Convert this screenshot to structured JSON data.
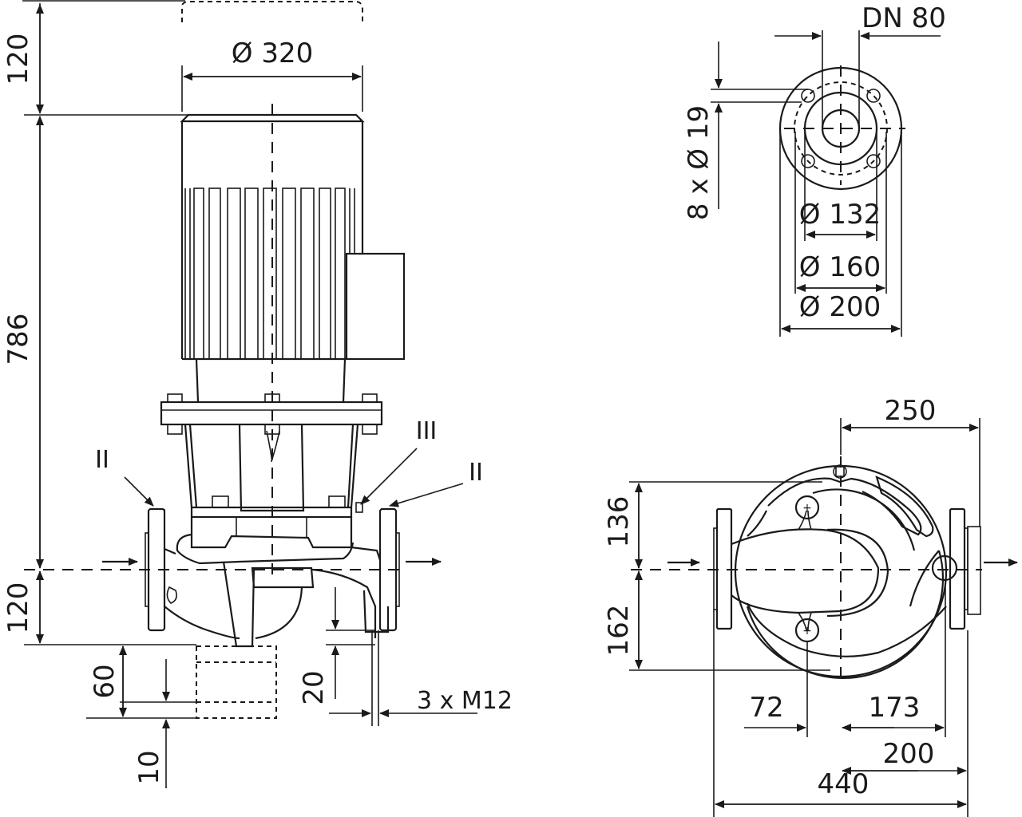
{
  "drawing": {
    "title": "Pump dimension drawing",
    "colors": {
      "line": "#1a1a1a",
      "background": "#ffffff"
    }
  },
  "side_view": {
    "motor_diameter": "Ø 320",
    "top_clearance": "120",
    "total_height": "786",
    "axis_to_base": "120",
    "base_height": "60",
    "base_offset": "10",
    "foot_height": "20",
    "foot_bolts": "3 x M12",
    "marker_left": "II",
    "marker_mid": "III",
    "marker_right": "II"
  },
  "flange_view": {
    "nominal_size": "DN 80",
    "bolt_holes": "8 x Ø 19",
    "inner_diameter": "Ø 132",
    "bolt_circle": "Ø 160",
    "outer_diameter": "Ø 200"
  },
  "top_view": {
    "axis_to_edge": "250",
    "upper_height": "136",
    "lower_height": "162",
    "left_offset": "72",
    "right_offset": "173",
    "half_length": "200",
    "total_length": "440"
  }
}
